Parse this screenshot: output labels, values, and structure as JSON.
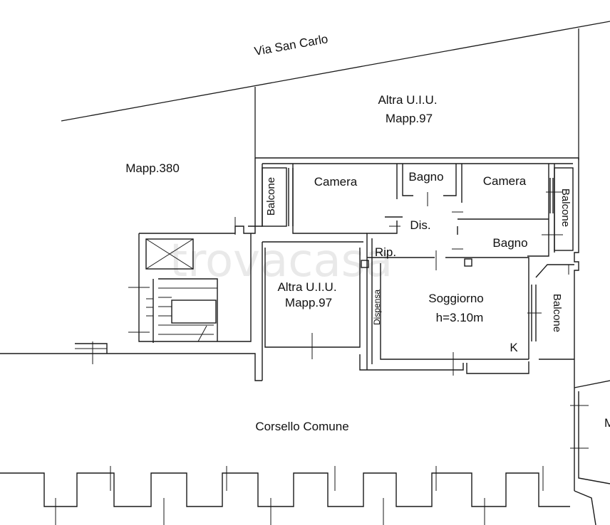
{
  "plan": {
    "street": "Via San Carlo",
    "neighbor_top": {
      "line1": "Altra U.I.U.",
      "line2": "Mapp.97"
    },
    "neighbor_left": "Mapp.380",
    "neighbor_center": {
      "line1": "Altra U.I.U.",
      "line2": "Mapp.97"
    },
    "corridor": "Corsello Comune",
    "edge_letter": "M",
    "rooms": {
      "camera_left": "Camera",
      "bagno_top": "Bagno",
      "camera_right": "Camera",
      "dis": "Dis.",
      "bagno_right": "Bagno",
      "rip": "Rip.",
      "dispensa": "Dispensa",
      "soggiorno": "Soggiorno",
      "soggiorno_height": "h=3.10m",
      "kitchen_mark": "K",
      "balcone_left": "Balcone",
      "balcone_right_top": "Balcone",
      "balcone_right_bottom": "Balcone"
    },
    "watermark": "trovacasa"
  }
}
